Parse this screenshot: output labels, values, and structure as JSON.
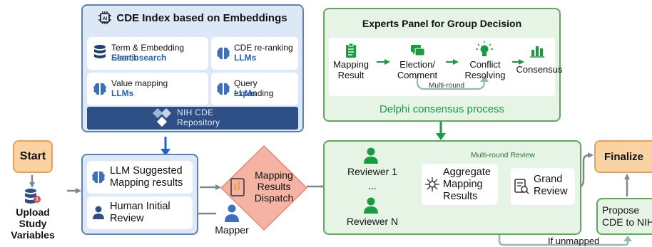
{
  "cde_index": {
    "title": "CDE Index based on Embeddings",
    "items": [
      {
        "icon": "database-icon",
        "title": "Term & Embedding Search",
        "sub": "Elasticsearch"
      },
      {
        "icon": "brain-icon",
        "title": "CDE re-ranking",
        "sub": "LLMs"
      },
      {
        "icon": "brain-icon",
        "title": "Value mapping",
        "sub": "LLMs"
      },
      {
        "icon": "brain-icon",
        "title": "Query expanding",
        "sub": "LLMs"
      }
    ],
    "repository_line1": "NIH CDE",
    "repository_line2": "Repository"
  },
  "experts_panel": {
    "title": "Experts Panel for Group Decision",
    "steps": [
      {
        "icon": "clipboard-icon",
        "label": "Mapping\nResult"
      },
      {
        "icon": "chat-icon",
        "label": "Election/\nComment"
      },
      {
        "icon": "lightbulb-icon",
        "label": "Conflict\nResolving"
      },
      {
        "icon": "bar-chart-icon",
        "label": "Consensus"
      }
    ],
    "multi_round": "Multi-round",
    "footer": "Delphi consensus process"
  },
  "start": "Start",
  "upload": "Upload Study\nVariables",
  "llm_box": {
    "suggested": "LLM Suggested\nMapping results",
    "human": "Human Initial\nReview"
  },
  "mapper": "Mapper",
  "dispatch": "Mapping\nResults\nDispatch",
  "review": {
    "reviewer1": "Reviewer 1",
    "ellipsis": "...",
    "reviewerN": "Reviewer N",
    "aggregate": "Aggregate\nMapping\nResults",
    "grand": "Grand\nReview",
    "multi_round_review": "Multi-round Review"
  },
  "finalize": "Finalize",
  "propose": "Propose\nCDE to NIH",
  "if_unmapped": "If unmapped",
  "colors": {
    "blue_fill": "#dce8f6",
    "blue_border": "#5b82b3",
    "green_fill": "#e6f4e5",
    "green_border": "#5ea95c",
    "orange_fill": "#fbd3a3",
    "orange_border": "#e9a253",
    "dispatch_fill": "#f4b3a3",
    "navy": "#2d4f86",
    "link_blue": "#1f63c8",
    "icon_green": "#1a9b3f"
  }
}
